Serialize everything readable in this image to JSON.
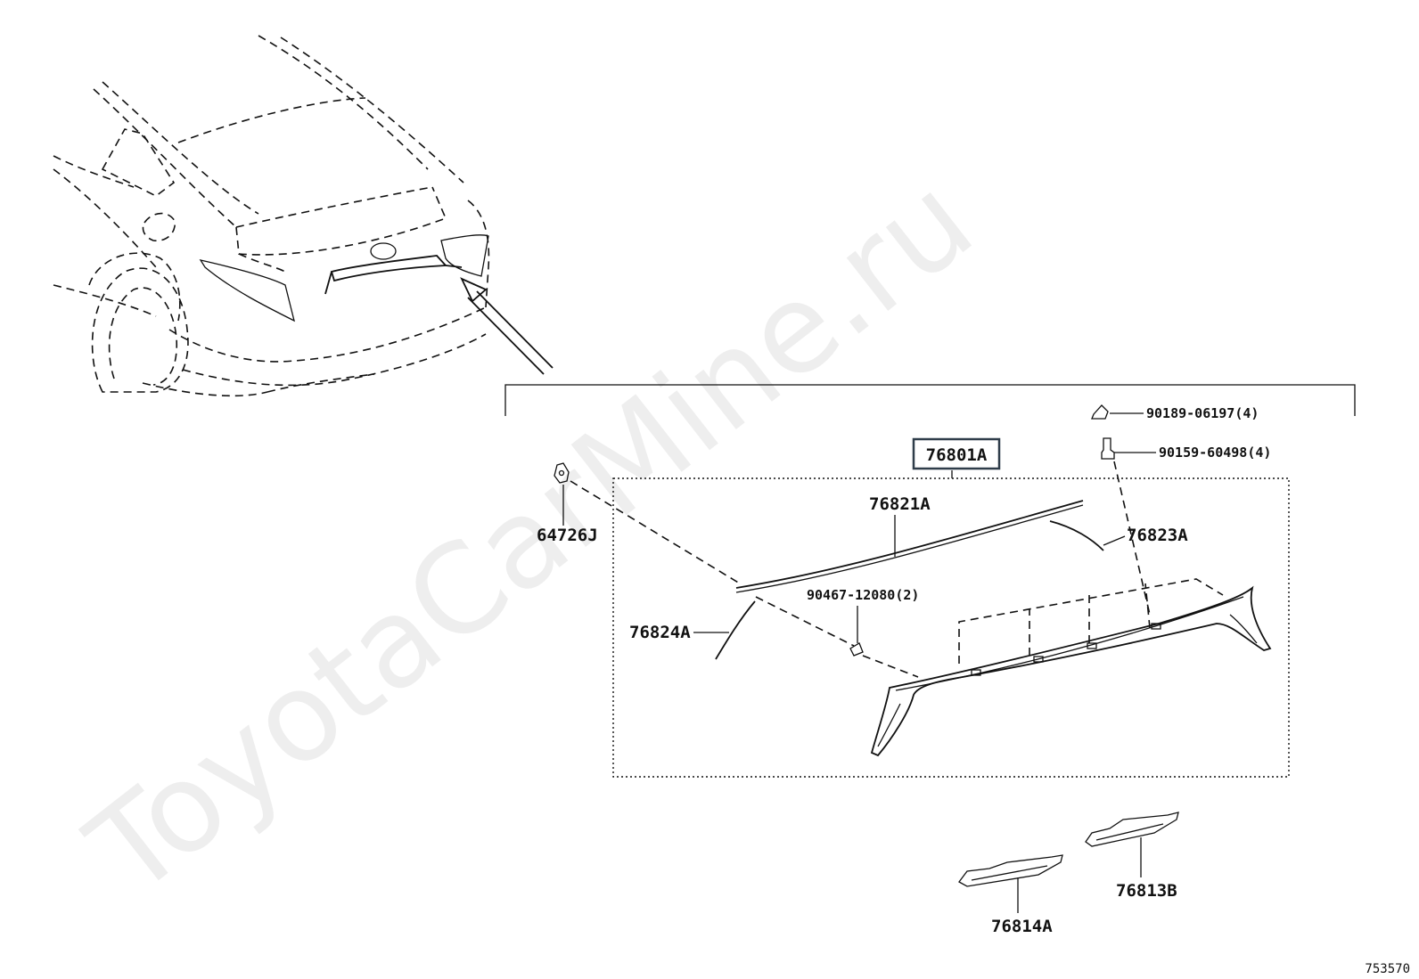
{
  "watermark": "ToyotaCarMine.ru",
  "figure_number": "753570",
  "parts": {
    "assembly": "76801A",
    "molding_upper": "76821A",
    "molding_right": "76823A",
    "molding_left": "76824A",
    "clip_left": "64726J",
    "clip_center": "90467-12080(2)",
    "screw_top": "90189-06197(4)",
    "nut": "90159-60498(4)",
    "bracket_right": "76813B",
    "bracket_left": "76814A"
  }
}
